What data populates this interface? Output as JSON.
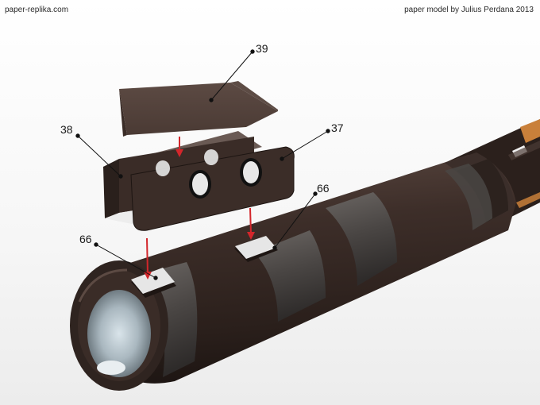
{
  "header": {
    "site": "paper-replika.com",
    "credit": "paper model by Julius Perdana 2013"
  },
  "parts": {
    "p39": "39",
    "p38": "38",
    "p37": "37",
    "p66_right": "66",
    "p66_left": "66"
  },
  "colors": {
    "body": "#3a2c27",
    "band": "#4a4644",
    "arrow": "#d3262b",
    "pad": "#e6e6e6"
  }
}
